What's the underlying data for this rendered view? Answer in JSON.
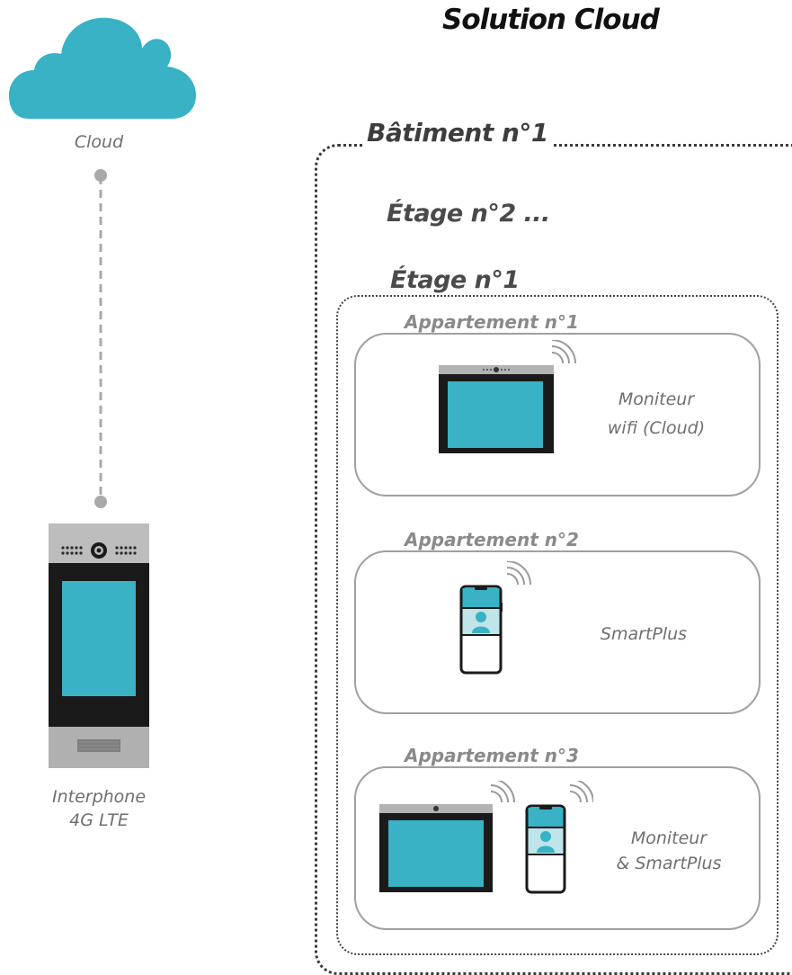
{
  "title": "Solution Cloud",
  "cloud": {
    "label": "Cloud",
    "color": "#38b2c4"
  },
  "intercom": {
    "label_line1": "Interphone",
    "label_line2": "4G LTE"
  },
  "building": {
    "label": "Bâtiment n°1",
    "floor2_label": "Étage n°2 ...",
    "floor1_label": "Étage n°1",
    "apartments": [
      {
        "label": "Appartement n°1",
        "device_line1": "Moniteur",
        "device_line2": "wifi (Cloud)",
        "icon": "wifi-monitor-icon"
      },
      {
        "label": "Appartement n°2",
        "device_line1": "SmartPlus",
        "icon": "smartphone-icon"
      },
      {
        "label": "Appartement n°3",
        "device_line1": "Moniteur",
        "device_line2": "& SmartPlus",
        "icon": "monitor-and-smartphone-icon"
      }
    ]
  },
  "colors": {
    "accent": "#38b2c4",
    "dark": "#1a1a1a",
    "grey": "#a9a9a9"
  }
}
